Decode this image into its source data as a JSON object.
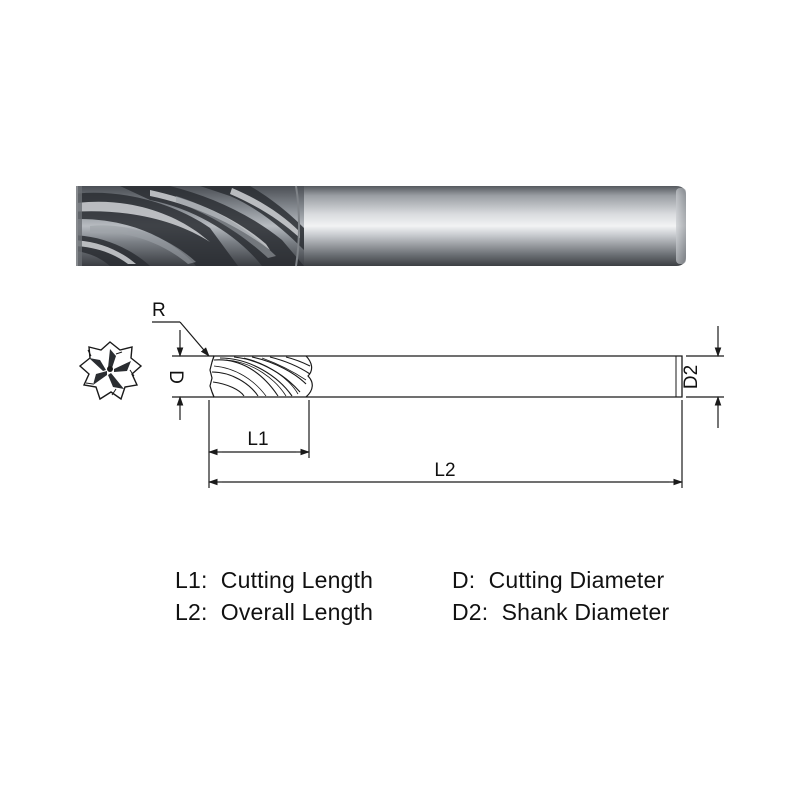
{
  "photo": {
    "subject": "end-mill-cutter-photo"
  },
  "drawing": {
    "label_R": "R",
    "label_D": "D",
    "label_D2": "D2",
    "label_L1": "L1",
    "label_L2": "L2"
  },
  "legend": [
    {
      "code": "L1:",
      "text": "Cutting Length"
    },
    {
      "code": "L2:",
      "text": "Overall Length"
    },
    {
      "code": "D:",
      "text": "Cutting Diameter"
    },
    {
      "code": "D2:",
      "text": "Shank Diameter"
    }
  ],
  "colors": {
    "line": "#1a1a1a",
    "steel_dark": "#3a3d42",
    "steel_light": "#e4e6e9"
  }
}
